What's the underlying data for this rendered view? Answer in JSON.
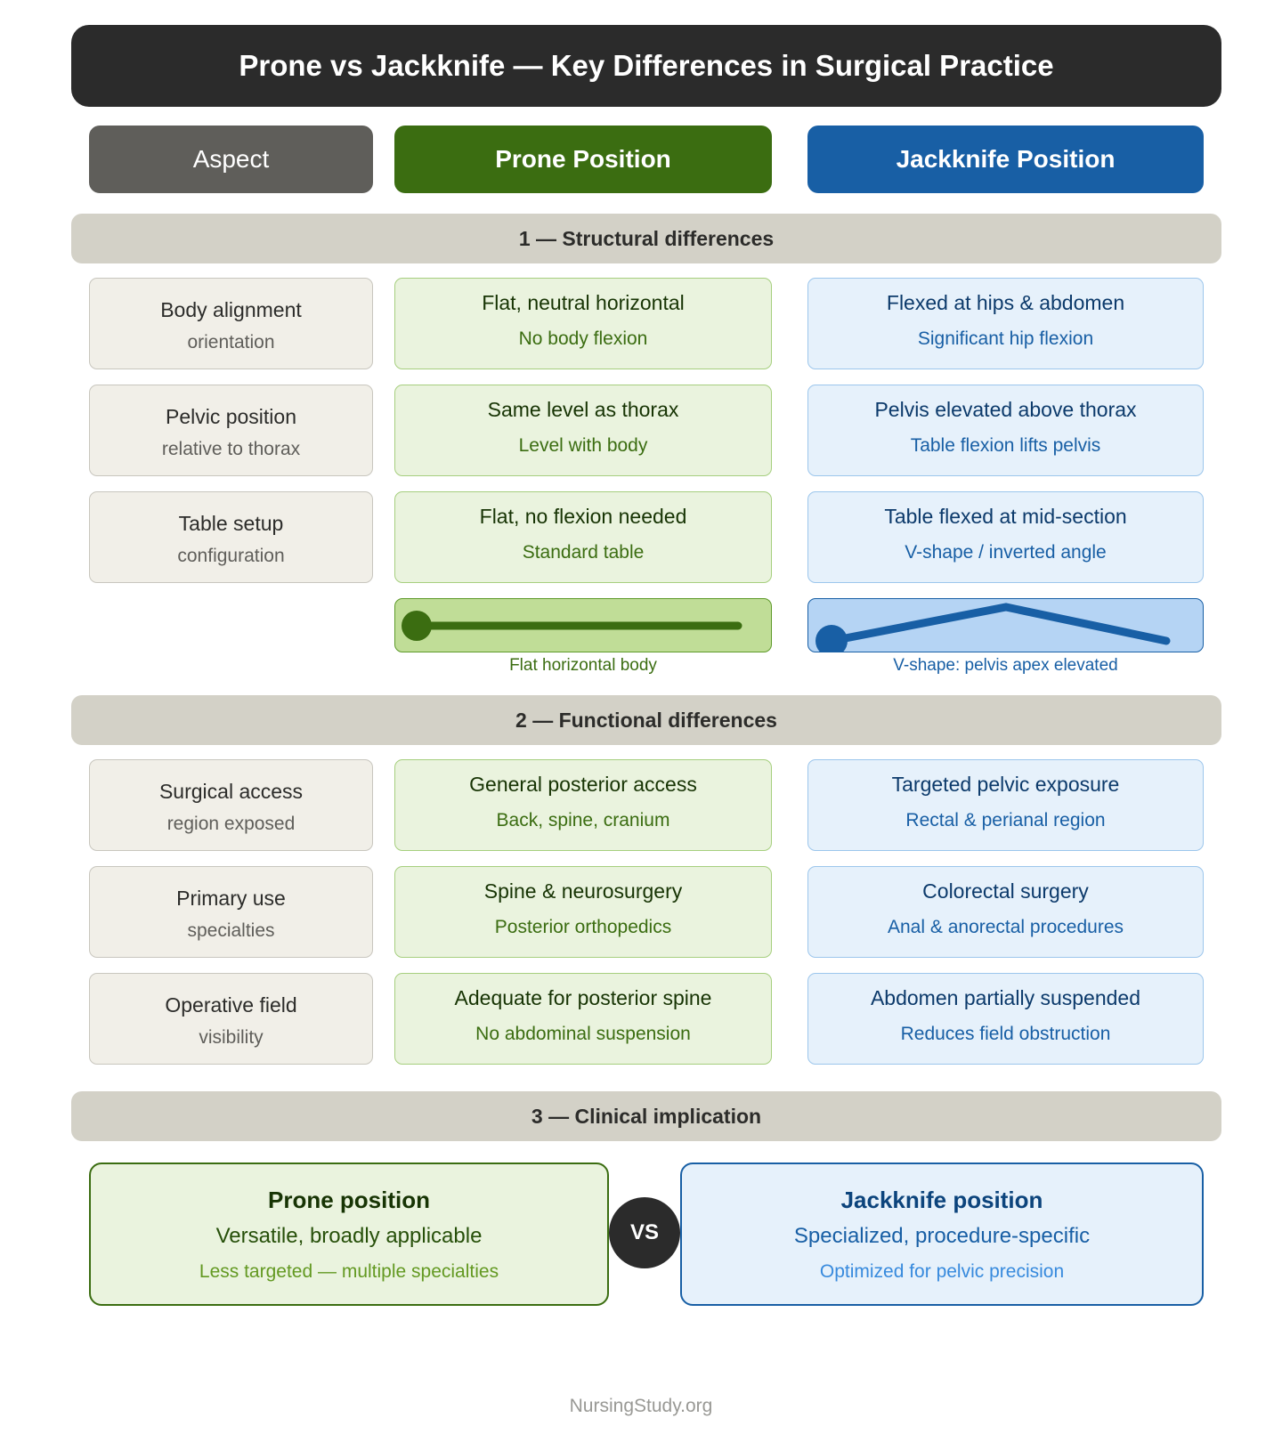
{
  "title": "Prone vs Jackknife — Key Differences in Surgical Practice",
  "columns": {
    "aspect": "Aspect",
    "prone": "Prone Position",
    "jackknife": "Jackknife Position"
  },
  "sections": [
    {
      "label": "1 — Structural differences"
    },
    {
      "label": "2 — Functional differences"
    },
    {
      "label": "3 — Clinical implication"
    }
  ],
  "structural_rows": [
    {
      "aspect": "Body alignment",
      "aspect_sub": "orientation",
      "prone": "Flat, neutral horizontal",
      "prone_sub": "No body flexion",
      "jack": "Flexed at hips & abdomen",
      "jack_sub": "Significant hip flexion"
    },
    {
      "aspect": "Pelvic position",
      "aspect_sub": "relative to thorax",
      "prone": "Same level as thorax",
      "prone_sub": "Level with body",
      "jack": "Pelvis elevated above thorax",
      "jack_sub": "Table flexion lifts pelvis"
    },
    {
      "aspect": "Table setup",
      "aspect_sub": "configuration",
      "prone": "Flat, no flexion needed",
      "prone_sub": "Standard table",
      "jack": "Table flexed at mid-section",
      "jack_sub": "V-shape / inverted angle"
    }
  ],
  "diagrams": {
    "prone_label": "Flat horizontal body",
    "jack_label": "V-shape: pelvis apex elevated"
  },
  "functional_rows": [
    {
      "aspect": "Surgical access",
      "aspect_sub": "region exposed",
      "prone": "General posterior access",
      "prone_sub": "Back, spine, cranium",
      "jack": "Targeted pelvic exposure",
      "jack_sub": "Rectal & perianal region"
    },
    {
      "aspect": "Primary use",
      "aspect_sub": "specialties",
      "prone": "Spine & neurosurgery",
      "prone_sub": "Posterior orthopedics",
      "jack": "Colorectal surgery",
      "jack_sub": "Anal & anorectal procedures"
    },
    {
      "aspect": "Operative field",
      "aspect_sub": "visibility",
      "prone": "Adequate for posterior spine",
      "prone_sub": "No abdominal suspension",
      "jack": "Abdomen partially suspended",
      "jack_sub": "Reduces field obstruction"
    }
  ],
  "implication": {
    "prone": {
      "head": "Prone position",
      "main": "Versatile, broadly applicable",
      "sub": "Less targeted — multiple specialties"
    },
    "vs": "VS",
    "jack": {
      "head": "Jackknife position",
      "main": "Specialized, procedure-specific",
      "sub": "Optimized for pelvic precision"
    }
  },
  "footer": "NursingStudy.org",
  "colors": {
    "prone_accent": "#3b6d11",
    "jack_accent": "#185fa5",
    "title_bg": "#2b2b2b",
    "aspect_bg": "#5f5e5a"
  }
}
